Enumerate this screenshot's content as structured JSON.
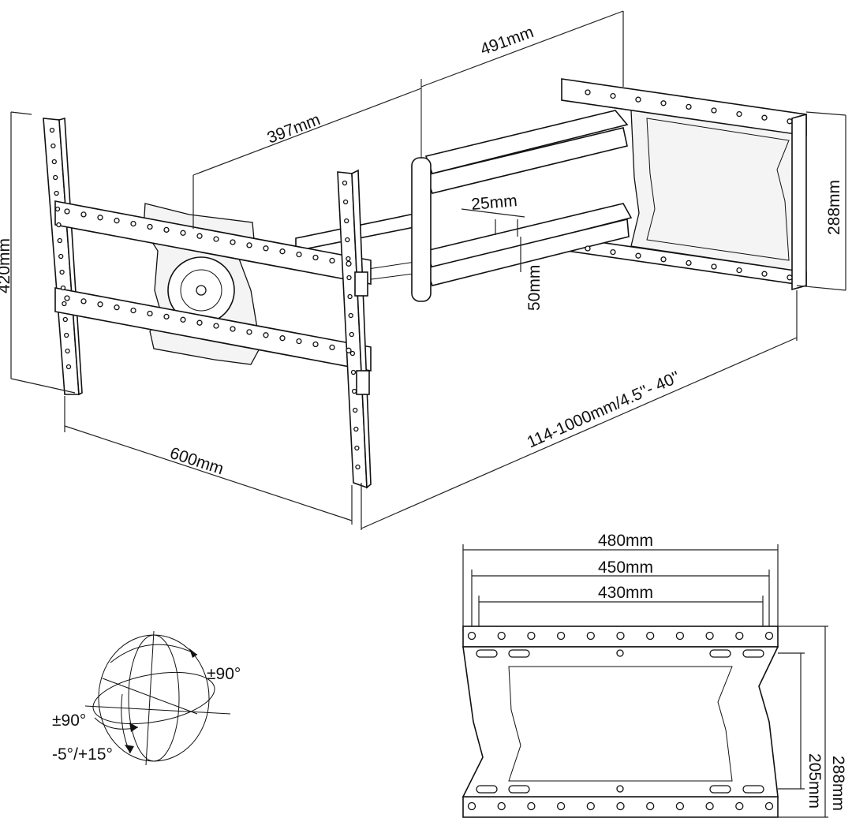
{
  "colors": {
    "line": "#111111",
    "background": "#ffffff"
  },
  "dimensions": {
    "arm_extension": "491mm",
    "arm_depth": "397mm",
    "mount_height": "420mm",
    "wall_plate_height": "288mm",
    "arm_offset_small": "25mm",
    "arm_offset_vertical": "50mm",
    "mount_width": "600mm",
    "wall_distance": "114-1000mm/4.5''- 40''"
  },
  "rotation": {
    "swivel": "±90°",
    "rotate": "±90°",
    "tilt": "-5°/+15°"
  },
  "wall_plate_detail": {
    "width_outer": "480mm",
    "width_mid": "450mm",
    "width_inner": "430mm",
    "height_inner": "205mm",
    "height_outer": "288mm"
  }
}
